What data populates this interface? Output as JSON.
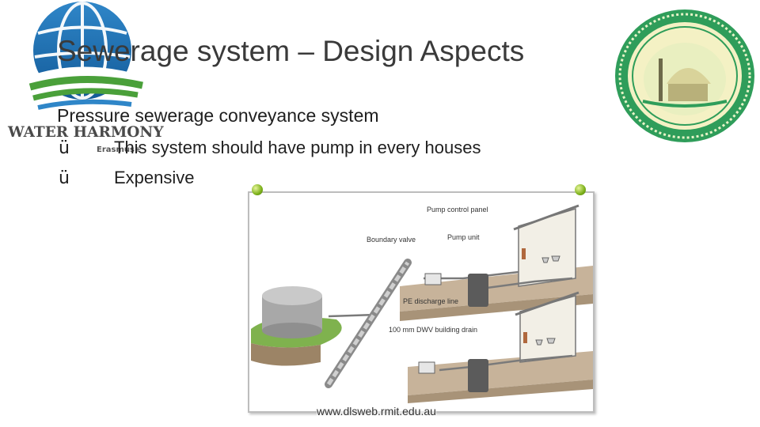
{
  "slide": {
    "title": "Sewerage system – Design Aspects",
    "subtitle": "Pressure sewerage conveyance system",
    "bullets": [
      {
        "check": "ü",
        "text": "This system should have pump in every houses"
      },
      {
        "check": "ü",
        "text": "Expensive"
      }
    ],
    "credit": "www.dlsweb.rmit.edu.au"
  },
  "logos": {
    "water_harmony": {
      "name": "WATER HARMONY",
      "sub": "Erasmus+",
      "icon": "water-harmony-logo-icon"
    },
    "university_seal": {
      "icon": "university-seal-icon"
    }
  },
  "figure": {
    "labels": {
      "pump_control_panel": "Pump control panel",
      "boundary_valve": "Boundary valve",
      "pump_unit": "Pump unit",
      "pe_discharge_line": "PE discharge line",
      "building_drain": "100 mm DWV building drain"
    }
  },
  "colors": {
    "title": "#3a3a3a",
    "text": "#1f1f1f",
    "pin": "#7cb01a",
    "logo_blue": "#1f6fb5",
    "logo_green": "#4aa03a",
    "seal_green": "#2f9d5a"
  }
}
